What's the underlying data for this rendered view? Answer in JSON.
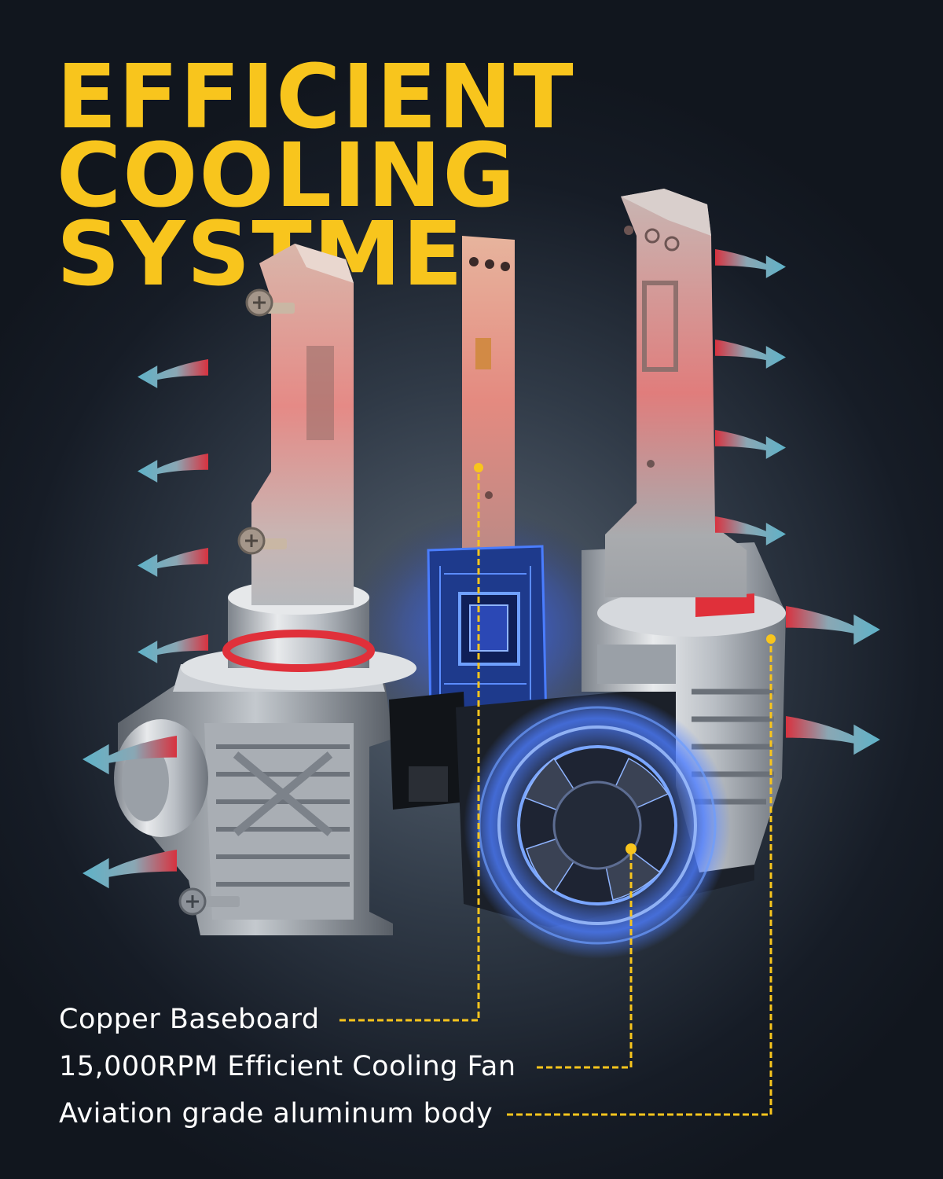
{
  "headline": {
    "line1": "EFFICIENT COOLING",
    "line2": "SYSTME"
  },
  "callouts": [
    {
      "label": "Copper Baseboard"
    },
    {
      "label": "15,000RPM Efficient Cooling Fan"
    },
    {
      "label": "Aviation grade aluminum body"
    }
  ],
  "colors": {
    "accent": "#f8c51d",
    "hot_air": "#d8323f",
    "cool_air": "#5fb2c8",
    "fan_glow": "#3d6cff",
    "seal_ring": "#e0303a",
    "background": "#1a212c"
  },
  "icons": [
    "airflow-arrow-icon",
    "cooling-fan-icon",
    "led-chip-icon",
    "screw-icon"
  ]
}
